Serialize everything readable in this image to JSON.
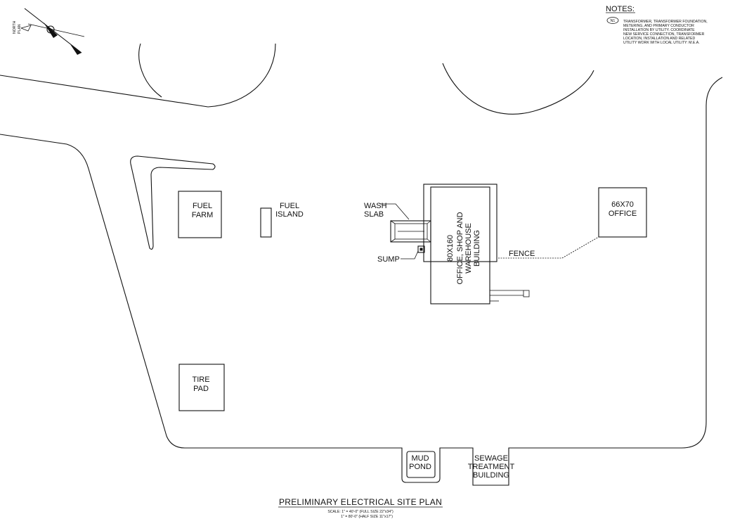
{
  "notes": {
    "heading": "NOTES:",
    "marker": "N1",
    "lines": [
      "TRANSFORMER, TRANSFORMER FOUNDATION,",
      "METERING, AND PRIMARY CONDUCTOR",
      "INSTALLATION BY UTILITY.  COORDINATE",
      "NEW SERVICE CONNECTION, TRANSFORMER",
      "LOCATION, INSTALLATION AND RELATED",
      "UTILITY WORK WITH LOCAL UTILITY: M.E.A."
    ]
  },
  "north_arrow": {
    "label_1": "NORTH",
    "label_2": "PLAN"
  },
  "labels": {
    "fuel_farm_1": "FUEL",
    "fuel_farm_2": "FARM",
    "fuel_island_1": "FUEL",
    "fuel_island_2": "ISLAND",
    "wash_slab_1": "WASH",
    "wash_slab_2": "SLAB",
    "sump": "SUMP",
    "building_1": "80X160",
    "building_2": "OFFICE, SHOP AND",
    "building_3": "WAREHOUSE",
    "building_4": "BUILDING",
    "fence": "FENCE",
    "office_1": "66X70",
    "office_2": "OFFICE",
    "tire_pad_1": "TIRE",
    "tire_pad_2": "PAD",
    "mud_pond_1": "MUD",
    "mud_pond_2": "POND",
    "sewage_1": "SEWAGE",
    "sewage_2": "TREATMENT",
    "sewage_3": "BUILDING"
  },
  "title_block": {
    "title": "PRELIMINARY  ELECTRICAL  SITE  PLAN",
    "scale_1": "SCALE:  1\" = 40'-0\"  (FULL SIZE 22\"x34\")",
    "scale_2": "1\" = 80'-0\"  (HALF SIZE 11\"x17\")"
  }
}
